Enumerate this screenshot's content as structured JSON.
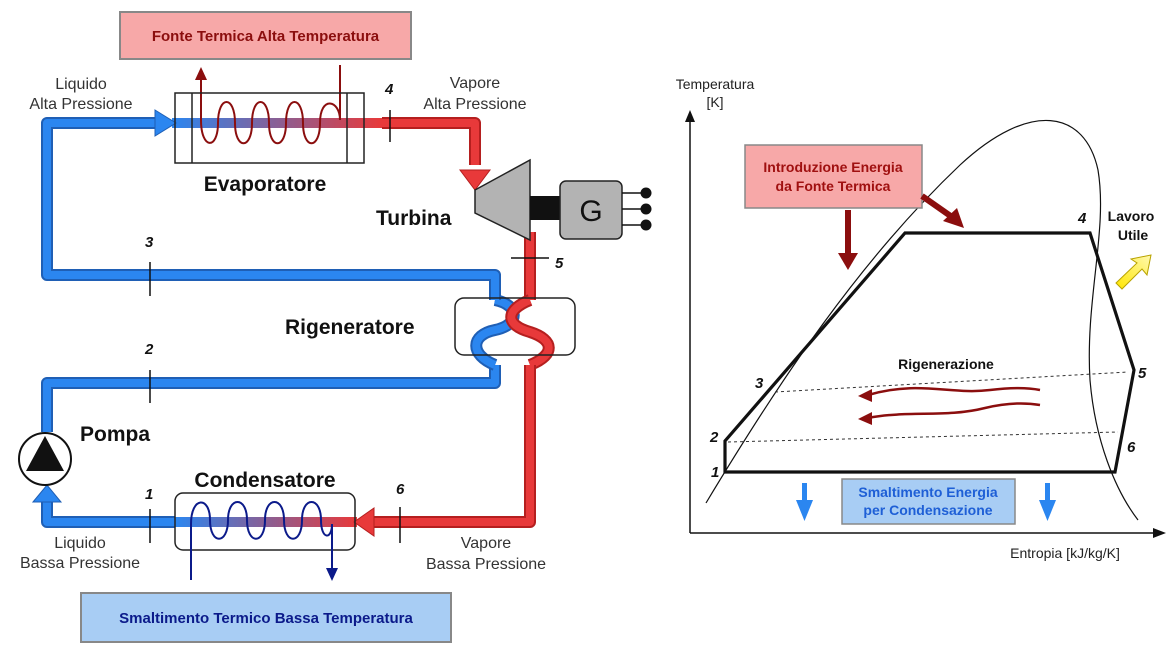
{
  "labels": {
    "hot_source": "Fonte Termica Alta Temperatura",
    "cold_sink": "Smaltimento Termico Bassa Temperatura",
    "evaporator": "Evaporatore",
    "turbine": "Turbina",
    "regenerator": "Rigeneratore",
    "pump": "Pompa",
    "condenser": "Condensatore",
    "generator": "G",
    "liquid_high_1": "Liquido",
    "liquid_high_2": "Alta Pressione",
    "vapor_high_1": "Vapore",
    "vapor_high_2": "Alta Pressione",
    "liquid_low_1": "Liquido",
    "liquid_low_2": "Bassa Pressione",
    "vapor_low_1": "Vapore",
    "vapor_low_2": "Bassa Pressione"
  },
  "points": {
    "p1": "1",
    "p2": "2",
    "p3": "3",
    "p4": "4",
    "p5": "5",
    "p6": "6"
  },
  "ts": {
    "y_label_1": "Temperatura",
    "y_label_2": "[K]",
    "x_label": "Entropia [kJ/kg/K]",
    "intro_1": "Introduzione Energia",
    "intro_2": "da Fonte Termica",
    "smalt_1": "Smaltimento Energia",
    "smalt_2": "per Condensazione",
    "regen": "Rigenerazione",
    "work_1": "Lavoro",
    "work_2": "Utile",
    "n1": "1",
    "n2": "2",
    "n3": "3",
    "n4": "4",
    "n5": "5",
    "n6": "6"
  },
  "colors": {
    "hot": "#e8393a",
    "cold": "#2b86f0",
    "dark_red": "#8b0e0e",
    "dark_blue": "#0b1a8a",
    "hot_box": "#f7a8a8",
    "cold_box": "#a8cdf4"
  }
}
